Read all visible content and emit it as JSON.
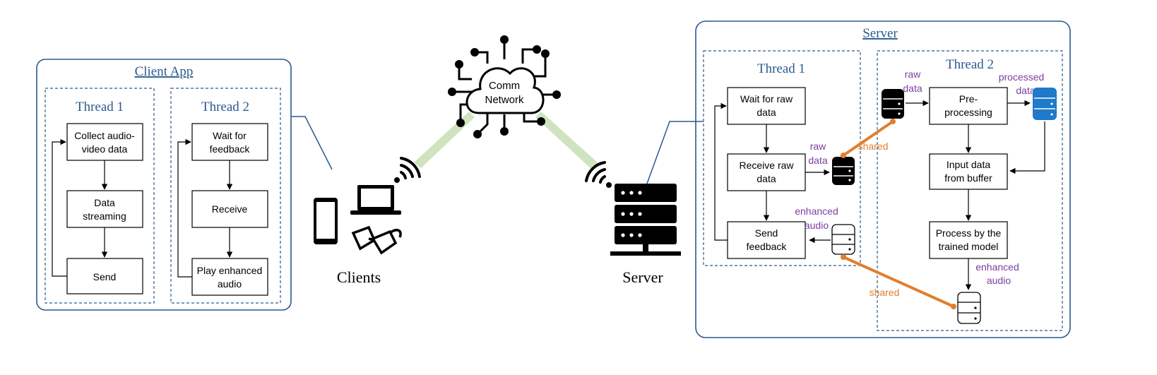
{
  "client_app": {
    "title": "Client App",
    "thread1": {
      "title": "Thread 1",
      "steps": [
        "Collect audio-",
        "video data",
        "Data",
        "streaming",
        "Send"
      ]
    },
    "thread2": {
      "title": "Thread 2",
      "steps": [
        "Wait for",
        "feedback",
        "Receive",
        "Play enhanced",
        "audio"
      ]
    }
  },
  "network": {
    "line1": "Comm",
    "line2": "Network"
  },
  "clients_label": "Clients",
  "server_label": "Server",
  "server": {
    "title": "Server",
    "thread1": {
      "title": "Thread 1",
      "steps": [
        "Wait for raw",
        "data",
        "Receive raw",
        "data",
        "Send",
        "feedback"
      ],
      "raw_line1": "raw",
      "raw_line2": "data",
      "enh_line1": "enhanced",
      "enh_line2": "audio"
    },
    "thread2": {
      "title": "Thread 2",
      "steps": [
        "Pre-",
        "processing",
        "Input data",
        "from buffer",
        "Process by the",
        "trained model"
      ],
      "raw_line1": "raw",
      "raw_line2": "data",
      "proc_line1": "processed",
      "proc_line2": "data",
      "enh_line1": "enhanced",
      "enh_line2": "audio"
    },
    "shared1": "shared",
    "shared2": "shared"
  },
  "colors": {
    "blue": "#2a5a8e",
    "purple": "#7a3fa0",
    "orange": "#e07f2d",
    "green_beam": "#cfe3bf",
    "db_blue": "#1f7ac9"
  }
}
